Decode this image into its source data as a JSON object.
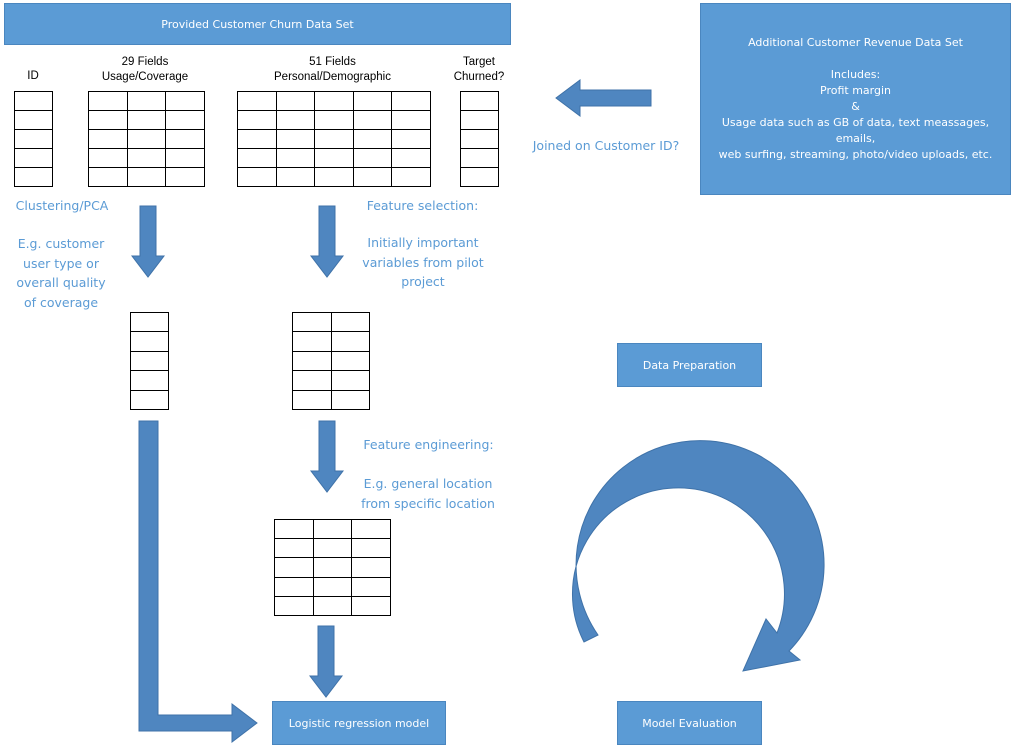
{
  "top_box": {
    "label": "Provided Customer Churn Data Set"
  },
  "revenue_box": {
    "lines": [
      "Additional Customer Revenue Data Set",
      "",
      "Includes:",
      "Profit margin",
      "&",
      "Usage data such as GB of data, text meassages, emails,",
      "web surfing, streaming, photo/video uploads, etc."
    ]
  },
  "headers": {
    "id": "ID",
    "usage": "29 Fields\nUsage/Coverage",
    "personal": "51 Fields\nPersonal/Demographic",
    "target": "Target\nChurned?"
  },
  "notes": {
    "join": "Joined on Customer ID?",
    "clustering": "Clustering/PCA",
    "clustering_desc": "E.g. customer\nuser type or\noverall quality\nof coverage",
    "feature_selection": "Feature selection:",
    "feature_selection_desc": "Initially important\nvariables from pilot\nproject",
    "feature_engineering": "Feature engineering:",
    "feature_engineering_desc": "E.g. general location\nfrom specific location"
  },
  "boxes": {
    "data_preparation": "Data Preparation",
    "logistic_regression": "Logistic regression model",
    "model_evaluation": "Model Evaluation"
  },
  "colors": {
    "box_fill": "#5b9bd5",
    "arrow_fill": "#4f86c0",
    "note_text": "#5b9bd5"
  }
}
